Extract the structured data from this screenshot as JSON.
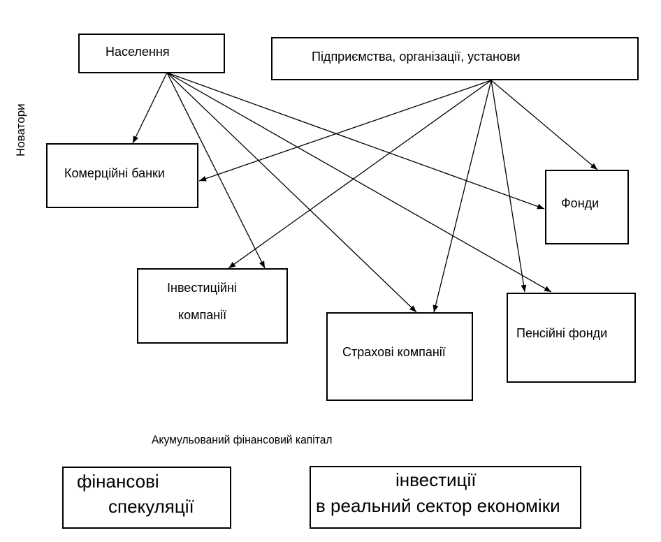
{
  "side_label": "Новатори",
  "sources": {
    "population": "Населення",
    "enterprises": "Підприємства, організації, установи"
  },
  "institutions": {
    "commercial_banks": "Комерційні банки",
    "investment_companies_line1": "Інвестиційні",
    "investment_companies_line2": "компанії",
    "insurance_companies": "Страхові компанії",
    "funds": "Фонди",
    "pension_funds": "Пенсійні фонди"
  },
  "caption": "Акумульований фінансовий  капітал",
  "outcomes": {
    "speculation_line1": "фінансові",
    "speculation_line2": "спекуляції",
    "investment_line1": "інвестиції",
    "investment_line2": "в реальний сектор економіки"
  },
  "edges": [
    {
      "from": "population",
      "to": "commercial_banks"
    },
    {
      "from": "population",
      "to": "investment_companies"
    },
    {
      "from": "population",
      "to": "insurance_companies"
    },
    {
      "from": "population",
      "to": "funds"
    },
    {
      "from": "population",
      "to": "pension_funds"
    },
    {
      "from": "enterprises",
      "to": "commercial_banks"
    },
    {
      "from": "enterprises",
      "to": "investment_companies"
    },
    {
      "from": "enterprises",
      "to": "insurance_companies"
    },
    {
      "from": "enterprises",
      "to": "pension_funds"
    },
    {
      "from": "enterprises",
      "to": "funds"
    }
  ]
}
